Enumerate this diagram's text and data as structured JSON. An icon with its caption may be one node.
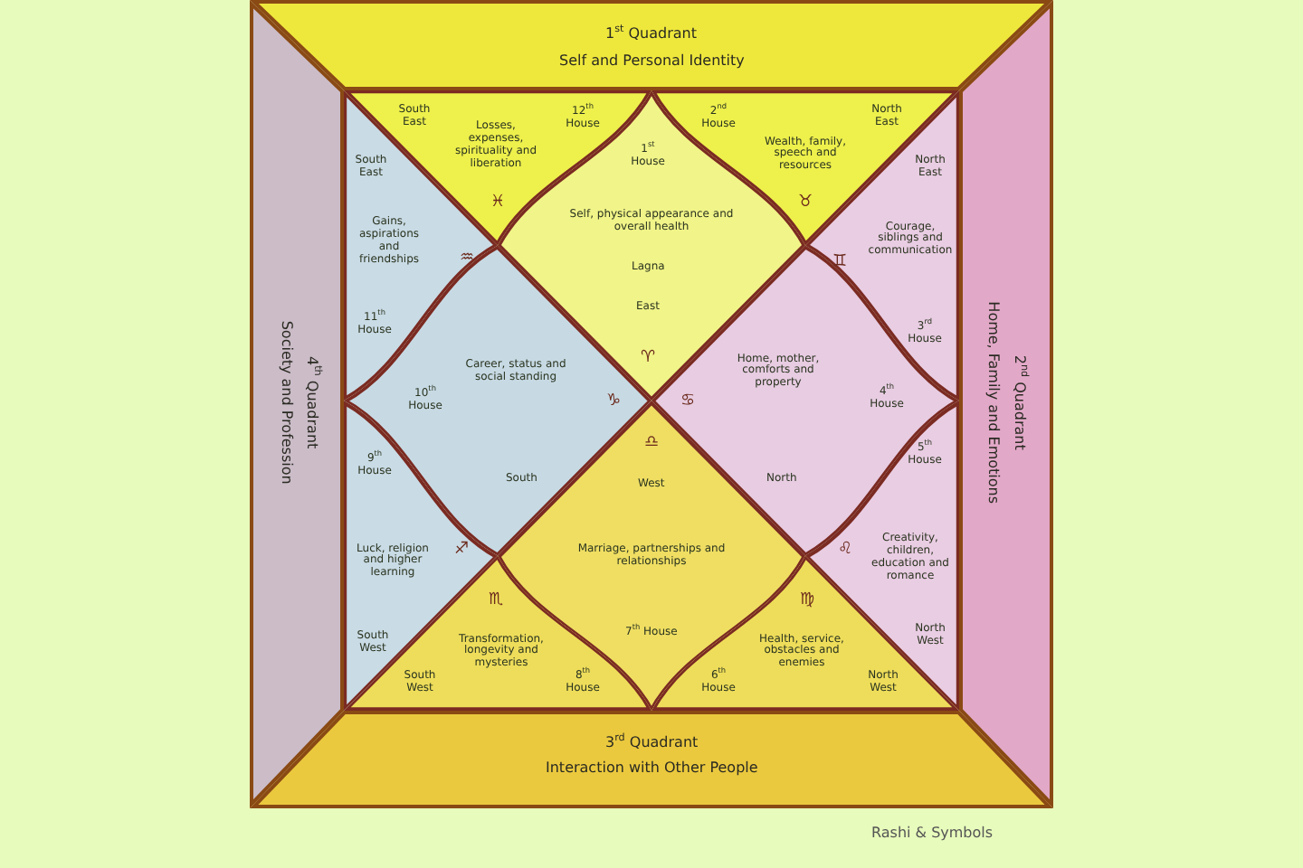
{
  "diagram": {
    "nodes": [
      {
        "text": [
          "1$^{st}$ Quadrant",
          "Self and Personal Identity"
        ]
      },
      {
        "text": [
          "4$^{th}$ Quadrant",
          "Society and Profession"
        ]
      },
      {
        "text": [
          "2$^{nd}$ Quadrant",
          "Home, Family and Emotions"
        ]
      },
      {
        "text": [
          "3$^{rd}$ Quadrant",
          "Interaction with Other People"
        ]
      },
      {
        "text": [
          "1$^{st}$ House",
          "Self, physical appearance and overall health",
          "Lagna",
          "East",
          "♈"
        ]
      },
      {
        "text": [
          "2$^{nd}$ House",
          "North East",
          "Wealth, family, speech and resources",
          "♉"
        ]
      },
      {
        "text": [
          "North East",
          "Courage, siblings and communication",
          "♊",
          "3$^{rd}$ House"
        ]
      },
      {
        "text": [
          "Home, mother, comforts and property",
          "♋",
          "4$^{th}$ House",
          "North"
        ]
      },
      {
        "text": [
          "5$^{th}$ House",
          "♌",
          "Creativity, children, education and romance",
          "North West"
        ]
      },
      {
        "text": [
          "♍",
          "Health, service, obstacles and enemies",
          "6$^{th}$ House",
          "North West"
        ]
      },
      {
        "text": [
          "♎",
          "West",
          "Marriage, partnerships and relationships",
          "7$^{th}$ House"
        ]
      },
      {
        "text": [
          "♏",
          "Transformation, longevity and mysteries",
          "South West",
          "8$^{th}$ House"
        ]
      },
      {
        "text": [
          "9$^{th}$ House",
          "♐",
          "Luck, religion and higher learning",
          "South West"
        ]
      },
      {
        "text": [
          "Career, status and social standing",
          "10$^{th}$ House",
          "♑",
          "South"
        ]
      },
      {
        "text": [
          "South East",
          "Gains, aspirations and friendships",
          "♒",
          "11$^{th}$ House"
        ]
      },
      {
        "text": [
          "South East",
          "Losses, expenses, spirituality and liberation",
          "12$^{th}$ House",
          "♓"
        ]
      }
    ],
    "caption": "Rashi & Symbols"
  }
}
